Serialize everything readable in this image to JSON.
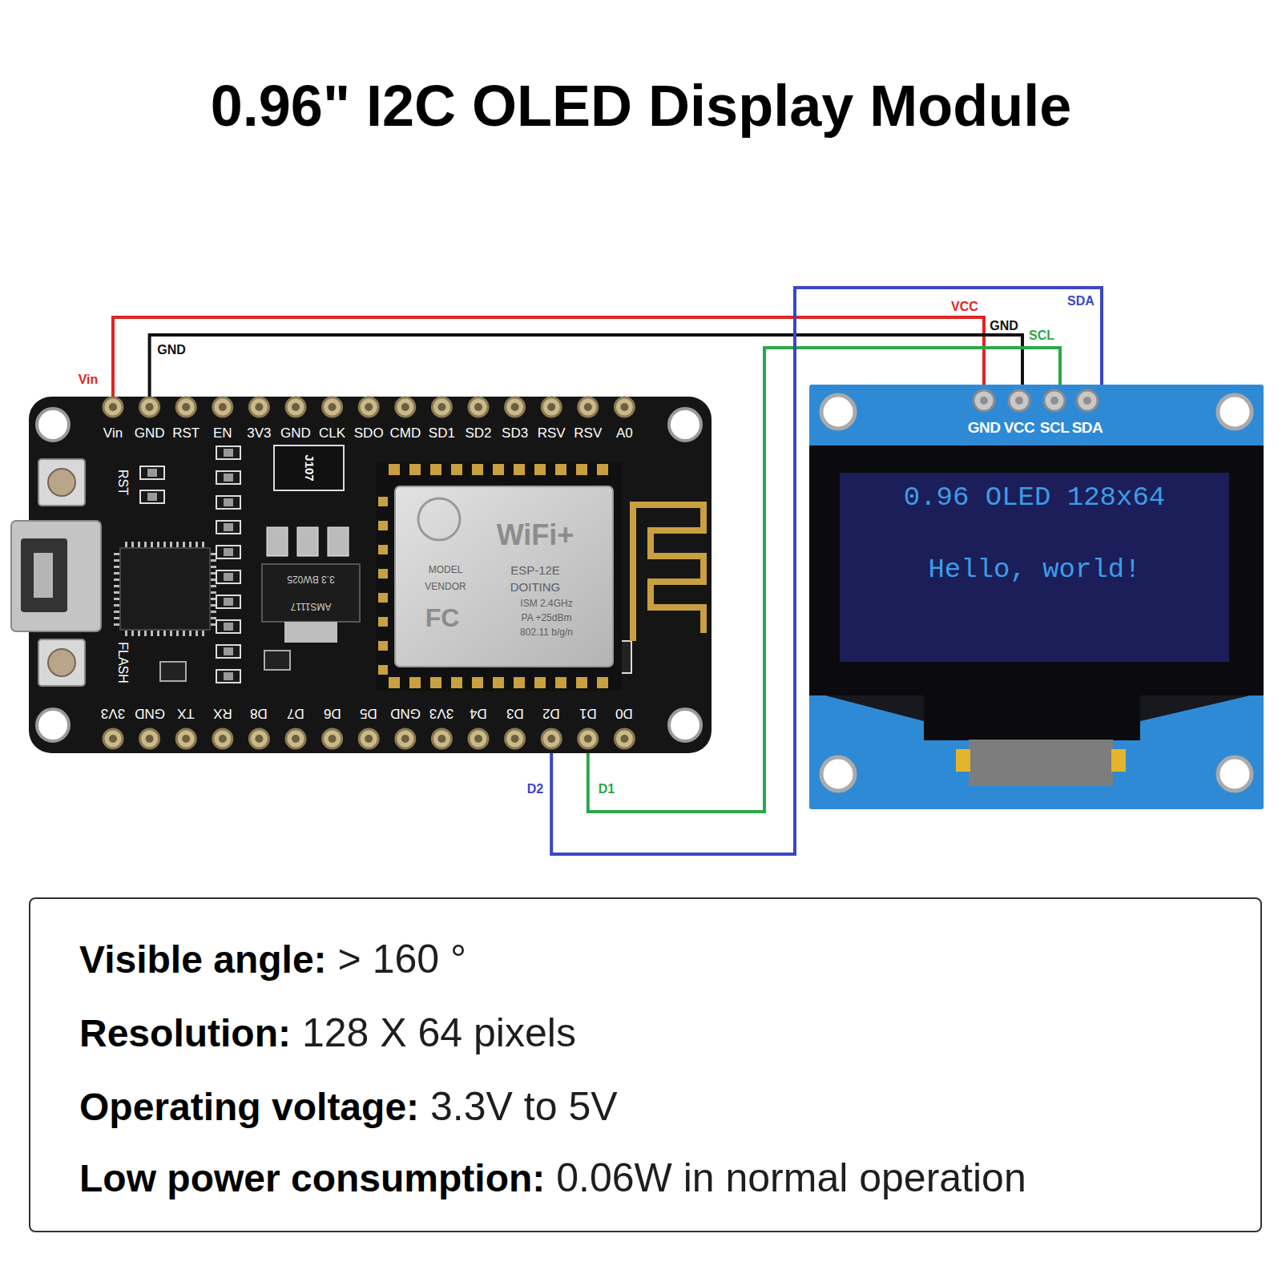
{
  "diagram": {
    "title": "0.96\" I2C OLED Display Module",
    "nodes": [
      {
        "text": [
          "Vin",
          "GND",
          "RST",
          "EN",
          "3V3",
          "GND",
          "CLK",
          "SDO",
          "CMD",
          "SD1",
          "SD2",
          "SD3",
          "RSV",
          "RSV",
          "A0",
          "3V3",
          "GND",
          "TX",
          "RX",
          "D8",
          "D7",
          "D6",
          "D5",
          "GND",
          "3V3",
          "D4",
          "D3",
          "D2",
          "D1",
          "D0",
          "RST",
          "FLASH",
          "J107",
          "3.3 BW025",
          "AMS1117",
          "WiFi+",
          "MODEL",
          "ESP-12E",
          "VENDOR",
          "DOITING",
          "FC",
          "ISM 2.4GHz",
          "PA +25dBm",
          "802.11 b/g/n"
        ]
      },
      {
        "text": [
          "GND",
          "VCC",
          "SCL",
          "SDA"
        ]
      },
      {
        "text": [
          "0.96 OLED 128x64",
          "Hello, world!"
        ],
        "in": 1
      },
      {
        "text": [
          "Visible angle:",
          "> 160 °",
          "Resolution:",
          "128 X 64 pixels",
          "Operating voltage:",
          "3.3V to 5V",
          "Low power consumption:",
          "0.06W in normal operation"
        ]
      }
    ],
    "edges": [
      {
        "from": 0,
        "to": 1,
        "arrow": "none",
        "label": "VCC"
      },
      {
        "from": 0,
        "to": 1,
        "arrow": "none",
        "label": "GND"
      },
      {
        "from": 0,
        "to": 1,
        "arrow": "none",
        "label": "SCL"
      },
      {
        "from": 0,
        "to": 1,
        "arrow": "none",
        "label": "SDA"
      }
    ],
    "labels": [
      "Vin",
      "GND",
      "D2",
      "D1"
    ]
  }
}
